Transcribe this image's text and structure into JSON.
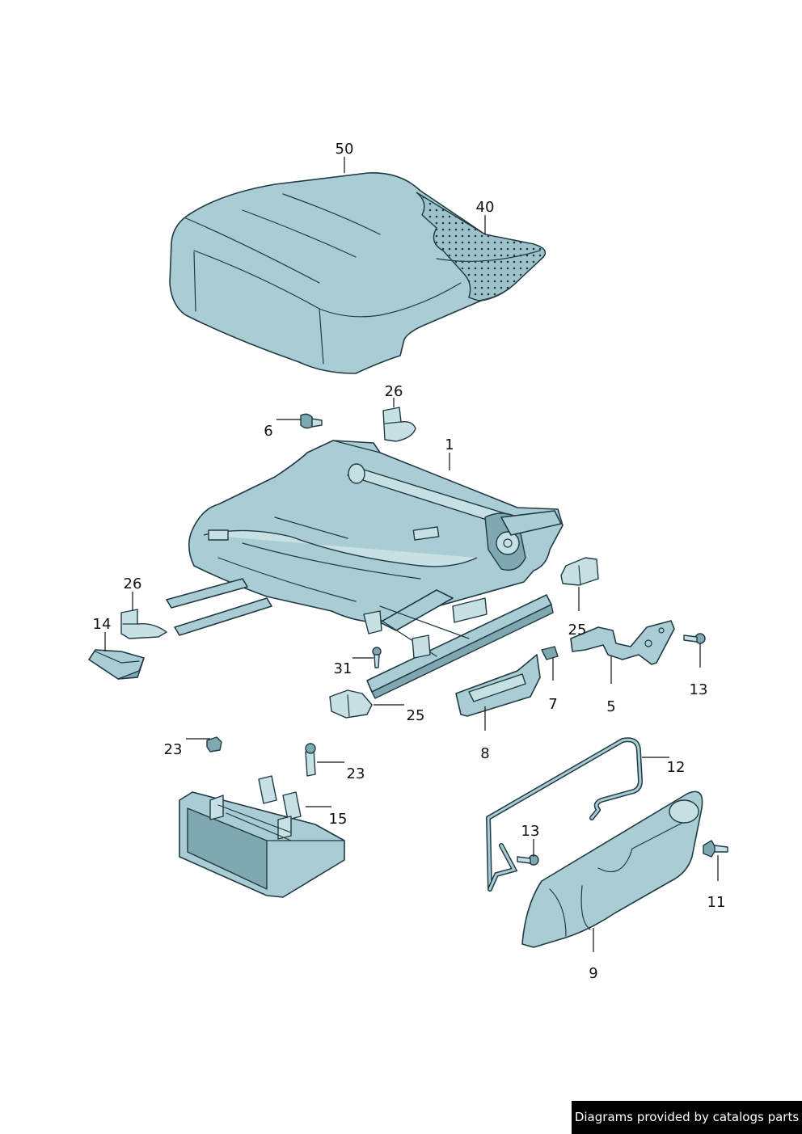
{
  "callouts": {
    "c50": "50",
    "c40": "40",
    "c26a": "26",
    "c6": "6",
    "c1": "1",
    "c26b": "26",
    "c14": "14",
    "c25a": "25",
    "c31": "31",
    "c25b": "25",
    "c7": "7",
    "c5": "5",
    "c13a": "13",
    "c8": "8",
    "c23a": "23",
    "c23b": "23",
    "c15": "15",
    "c12": "12",
    "c13b": "13",
    "c11": "11",
    "c9": "9"
  },
  "footer": {
    "credit": "Diagrams provided by catalogs parts"
  },
  "colors": {
    "part_fill": "#a9cdd3",
    "outline": "#1f3a45",
    "credit_bg": "#000000"
  }
}
